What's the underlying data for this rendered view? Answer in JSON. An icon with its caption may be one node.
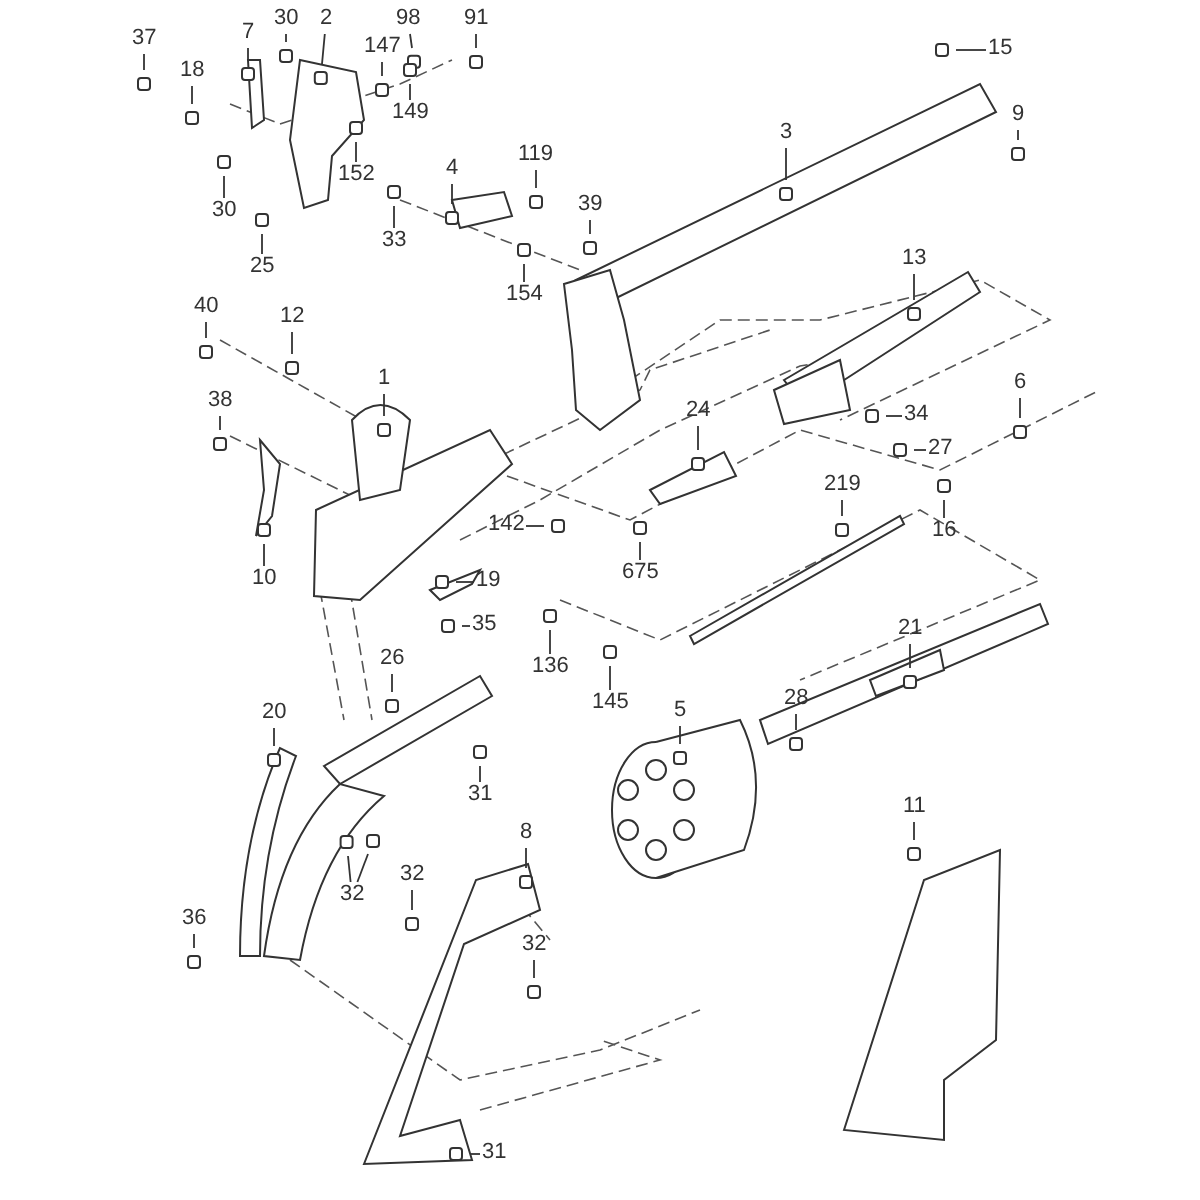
{
  "diagram": {
    "nodes": [
      {
        "text": [
          "37"
        ]
      },
      {
        "text": [
          "7"
        ]
      },
      {
        "text": [
          "30"
        ]
      },
      {
        "text": [
          "2"
        ]
      },
      {
        "text": [
          "98"
        ]
      },
      {
        "text": [
          "91"
        ]
      },
      {
        "text": [
          "15"
        ]
      },
      {
        "text": [
          "18"
        ]
      },
      {
        "text": [
          "147"
        ]
      },
      {
        "text": [
          "149"
        ]
      },
      {
        "text": [
          "9"
        ]
      },
      {
        "text": [
          "30"
        ]
      },
      {
        "text": [
          "152"
        ]
      },
      {
        "text": [
          "25"
        ]
      },
      {
        "text": [
          "3"
        ]
      },
      {
        "text": [
          "119"
        ]
      },
      {
        "text": [
          "4"
        ]
      },
      {
        "text": [
          "33"
        ]
      },
      {
        "text": [
          "39"
        ]
      },
      {
        "text": [
          "154"
        ]
      },
      {
        "text": [
          "13"
        ]
      },
      {
        "text": [
          "40"
        ]
      },
      {
        "text": [
          "12"
        ]
      },
      {
        "text": [
          "1"
        ]
      },
      {
        "text": [
          "6"
        ]
      },
      {
        "text": [
          "24"
        ]
      },
      {
        "text": [
          "34"
        ]
      },
      {
        "text": [
          "27"
        ]
      },
      {
        "text": [
          "38"
        ]
      },
      {
        "text": [
          "142"
        ]
      },
      {
        "text": [
          "219"
        ]
      },
      {
        "text": [
          "675"
        ]
      },
      {
        "text": [
          "16"
        ]
      },
      {
        "text": [
          "10"
        ]
      },
      {
        "text": [
          "19"
        ]
      },
      {
        "text": [
          "35"
        ]
      },
      {
        "text": [
          "136"
        ]
      },
      {
        "text": [
          "145"
        ]
      },
      {
        "text": [
          "26"
        ]
      },
      {
        "text": [
          "21"
        ]
      },
      {
        "text": [
          "20"
        ]
      },
      {
        "text": [
          "28"
        ]
      },
      {
        "text": [
          "5"
        ]
      },
      {
        "text": [
          "31"
        ]
      },
      {
        "text": [
          "11"
        ]
      },
      {
        "text": [
          "32"
        ]
      },
      {
        "text": [
          "32"
        ]
      },
      {
        "text": [
          "8"
        ]
      },
      {
        "text": [
          "32"
        ]
      },
      {
        "text": [
          "36"
        ]
      },
      {
        "text": [
          "31"
        ]
      }
    ],
    "edges": [
      {
        "from": 0,
        "to": null,
        "arrow": "none"
      },
      {
        "from": 1,
        "to": null,
        "arrow": "none"
      },
      {
        "from": 2,
        "to": null,
        "arrow": "none"
      },
      {
        "from": 3,
        "to": null,
        "arrow": "none"
      },
      {
        "from": 4,
        "to": null,
        "arrow": "none"
      },
      {
        "from": 5,
        "to": null,
        "arrow": "none"
      },
      {
        "from": 6,
        "to": null,
        "arrow": "none"
      },
      {
        "from": 7,
        "to": null,
        "arrow": "none"
      },
      {
        "from": 8,
        "to": null,
        "arrow": "none"
      },
      {
        "from": 9,
        "to": null,
        "arrow": "none"
      },
      {
        "from": 10,
        "to": null,
        "arrow": "none"
      },
      {
        "from": 11,
        "to": null,
        "arrow": "none"
      },
      {
        "from": 12,
        "to": null,
        "arrow": "none"
      },
      {
        "from": 13,
        "to": null,
        "arrow": "none"
      },
      {
        "from": 14,
        "to": null,
        "arrow": "none"
      },
      {
        "from": 15,
        "to": null,
        "arrow": "none"
      },
      {
        "from": 16,
        "to": null,
        "arrow": "none"
      },
      {
        "from": 17,
        "to": null,
        "arrow": "none"
      },
      {
        "from": 18,
        "to": null,
        "arrow": "none"
      },
      {
        "from": 19,
        "to": null,
        "arrow": "none"
      },
      {
        "from": 20,
        "to": null,
        "arrow": "none"
      },
      {
        "from": 21,
        "to": null,
        "arrow": "none"
      },
      {
        "from": 22,
        "to": null,
        "arrow": "none"
      },
      {
        "from": 23,
        "to": null,
        "arrow": "none"
      },
      {
        "from": 24,
        "to": null,
        "arrow": "none"
      },
      {
        "from": 25,
        "to": null,
        "arrow": "none"
      },
      {
        "from": 26,
        "to": null,
        "arrow": "none"
      },
      {
        "from": 27,
        "to": null,
        "arrow": "none"
      },
      {
        "from": 28,
        "to": null,
        "arrow": "none"
      },
      {
        "from": 29,
        "to": null,
        "arrow": "none"
      },
      {
        "from": 30,
        "to": null,
        "arrow": "none"
      },
      {
        "from": 31,
        "to": null,
        "arrow": "none"
      },
      {
        "from": 32,
        "to": null,
        "arrow": "none"
      },
      {
        "from": 33,
        "to": null,
        "arrow": "none"
      },
      {
        "from": 34,
        "to": null,
        "arrow": "none"
      },
      {
        "from": 35,
        "to": null,
        "arrow": "none"
      },
      {
        "from": 36,
        "to": null,
        "arrow": "none"
      },
      {
        "from": 37,
        "to": null,
        "arrow": "none"
      },
      {
        "from": 38,
        "to": null,
        "arrow": "none"
      },
      {
        "from": 39,
        "to": null,
        "arrow": "none"
      },
      {
        "from": 40,
        "to": null,
        "arrow": "none"
      },
      {
        "from": 41,
        "to": null,
        "arrow": "none"
      },
      {
        "from": 42,
        "to": null,
        "arrow": "none"
      },
      {
        "from": 43,
        "to": null,
        "arrow": "none"
      },
      {
        "from": 44,
        "to": null,
        "arrow": "none"
      },
      {
        "from": 45,
        "to": null,
        "arrow": "none"
      },
      {
        "from": 45,
        "to": null,
        "arrow": "none"
      },
      {
        "from": 46,
        "to": null,
        "arrow": "none"
      },
      {
        "from": 47,
        "to": null,
        "arrow": "none"
      },
      {
        "from": 48,
        "to": null,
        "arrow": "none"
      },
      {
        "from": 49,
        "to": null,
        "arrow": "none"
      },
      {
        "from": 50,
        "to": null,
        "arrow": "none"
      }
    ]
  }
}
